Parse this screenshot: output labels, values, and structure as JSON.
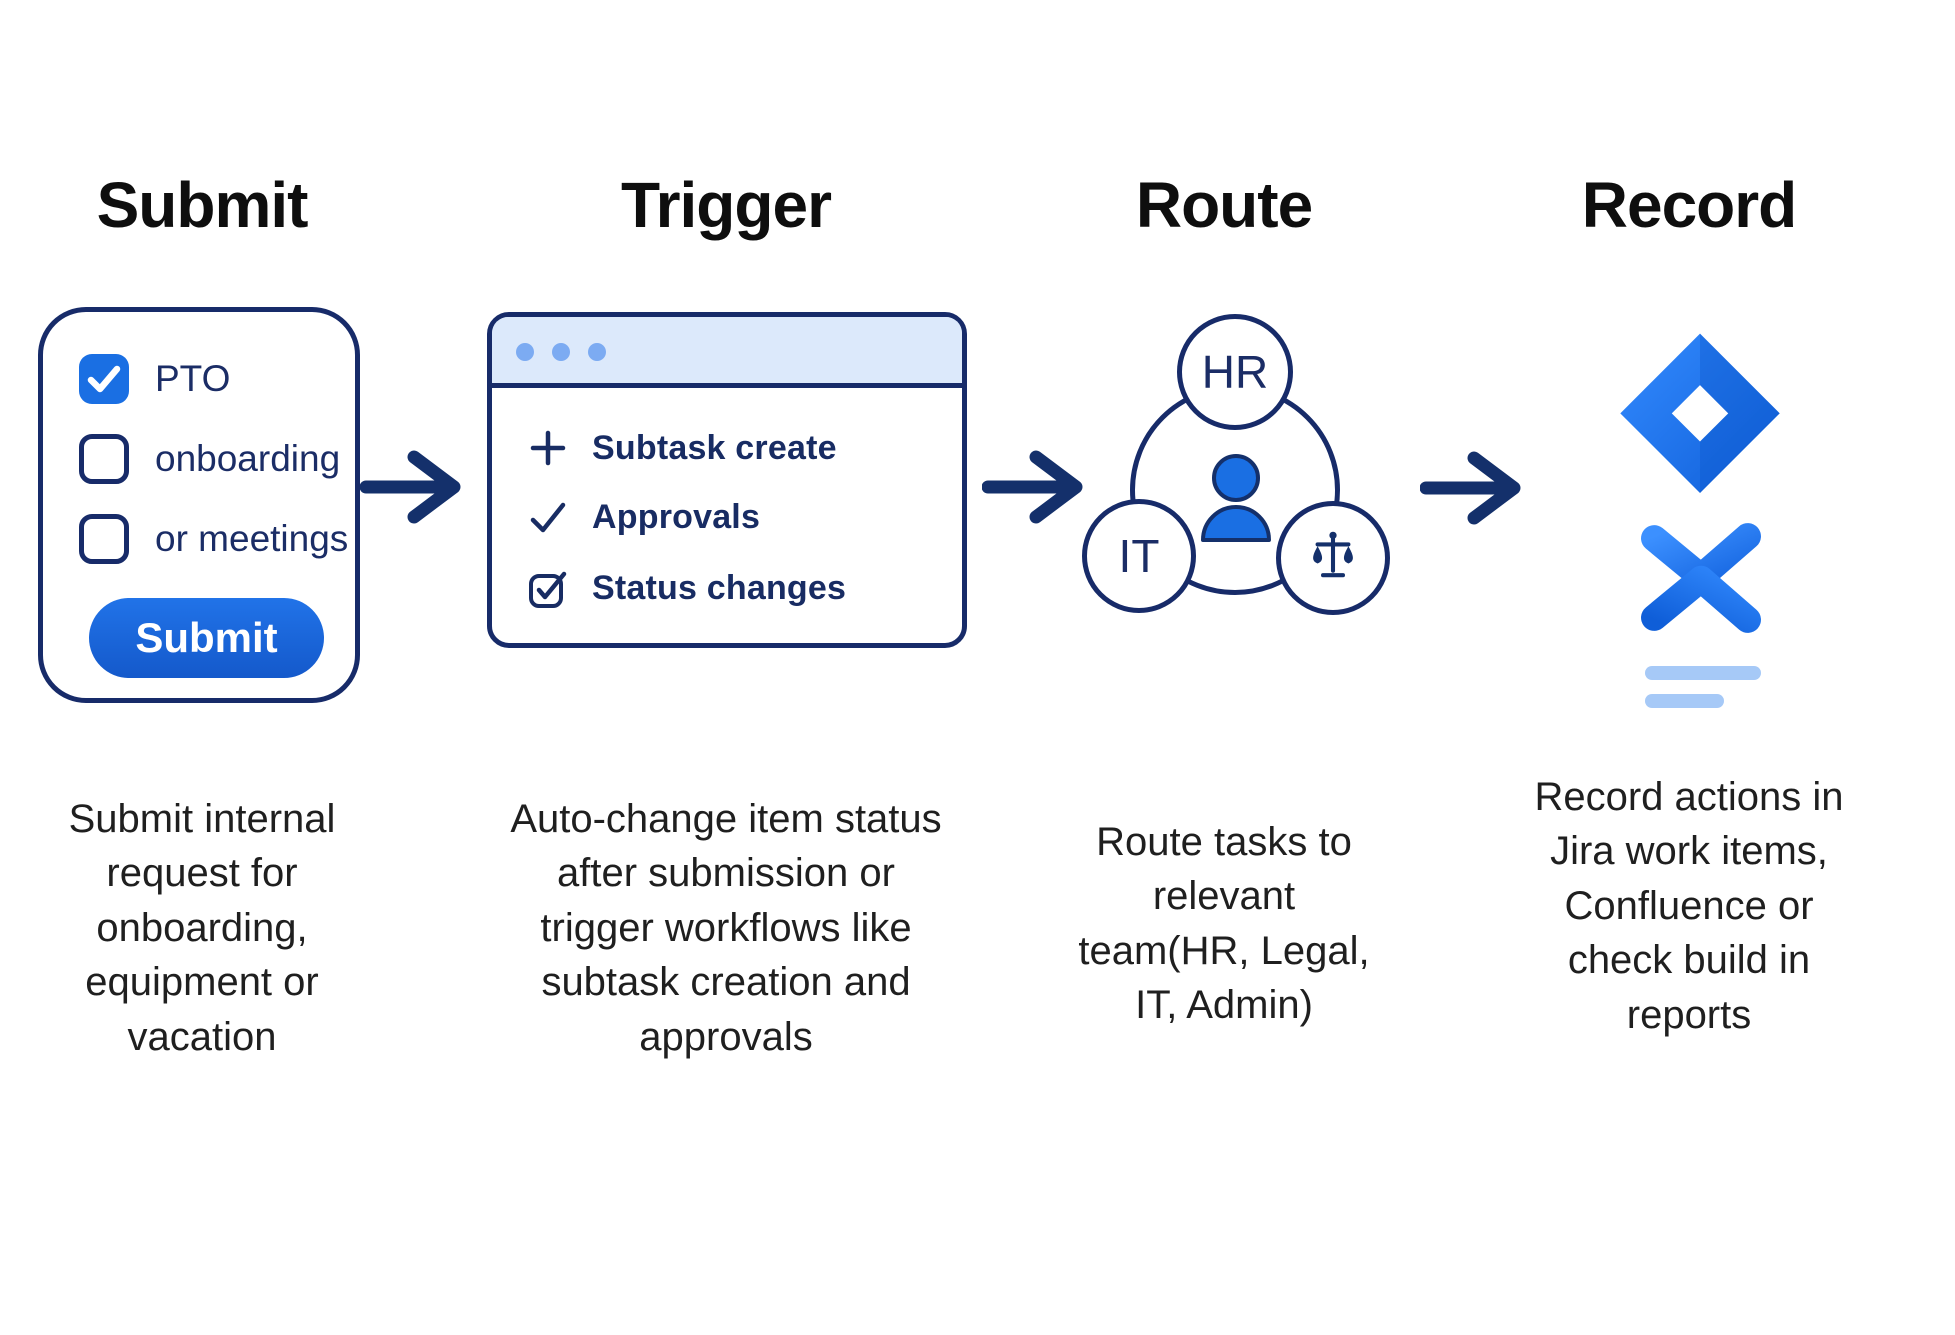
{
  "columns": {
    "submit": {
      "title": "Submit",
      "description": "Submit internal\nrequest for\nonboarding,\nequipment or\nvacation",
      "form": {
        "options": [
          {
            "label": "PTO",
            "checked": true
          },
          {
            "label": "onboarding",
            "checked": false
          },
          {
            "label": "or meetings",
            "checked": false
          }
        ],
        "submit_label": "Submit"
      }
    },
    "trigger": {
      "title": "Trigger",
      "description": "Auto-change item status\nafter submission or\ntrigger workflows like\nsubtask creation and\napprovals",
      "window_items": [
        {
          "icon": "plus-icon",
          "label": "Subtask create"
        },
        {
          "icon": "check-icon",
          "label": "Approvals"
        },
        {
          "icon": "checkbox-check-icon",
          "label": "Status changes"
        }
      ]
    },
    "route": {
      "title": "Route",
      "description": "Route tasks to\nrelevant\nteam(HR, Legal,\nIT, Admin)",
      "teams": {
        "top": "HR",
        "left": "IT",
        "right": "scales-icon",
        "center": "person-icon"
      }
    },
    "record": {
      "title": "Record",
      "description": "Record actions in\nJira work items,\nConfluence or\ncheck build in\nreports",
      "logos": [
        "jira-logo",
        "confluence-logo"
      ]
    }
  },
  "colors": {
    "navy_outline": "#172b69",
    "navy_text": "#1b2d66",
    "bright_blue": "#1a6fe3",
    "titlebar_blue": "#dce9fb",
    "dot_blue": "#7cabf2",
    "light_line_blue": "#a6c9f7",
    "jira_gradient_top": "#338bff",
    "jira_gradient_bottom": "#0f5ed8",
    "heading_black": "#0e0e0e",
    "body_text": "#1f1f1f"
  }
}
